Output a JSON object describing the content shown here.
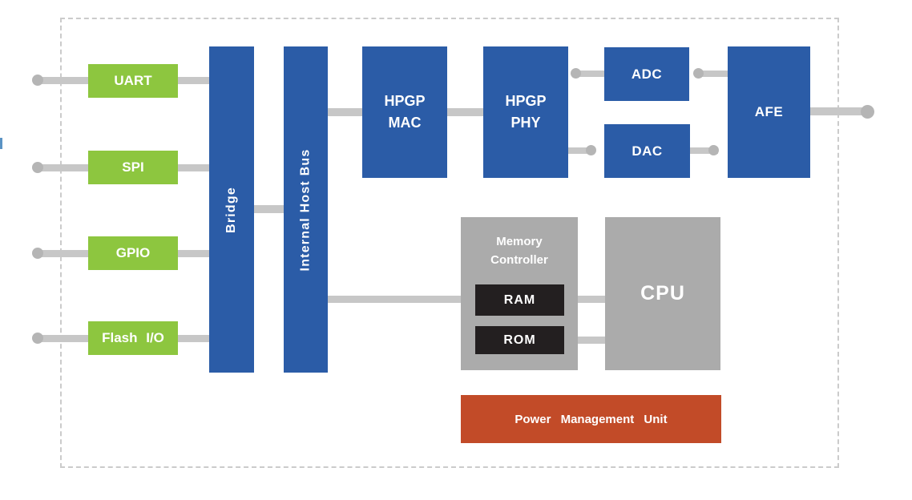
{
  "colors": {
    "green": "#8DC63F",
    "blue": "#2B5CA7",
    "gray": "#ABABAB",
    "dark": "#231F20",
    "orange": "#C24B28",
    "line": "#C7C7C7",
    "node": "#B5B5B5",
    "border": "#CBCBCB",
    "label": "#FFFFFF"
  },
  "diagram": {
    "peripherals": {
      "uart": {
        "label": "UART"
      },
      "spi": {
        "label": "SPI"
      },
      "gpio": {
        "label": "GPIO"
      },
      "flash_io": {
        "label": "Flash I/O"
      }
    },
    "buses": {
      "bridge": {
        "label": "Bridge"
      },
      "internal_host_bus": {
        "label": "Internal Host Bus"
      }
    },
    "powerline_comm": {
      "hpgp_mac": {
        "label": "HPGP\nMAC"
      },
      "hpgp_phy": {
        "label": "HPGP\nPHY"
      },
      "adc": {
        "label": "ADC"
      },
      "dac": {
        "label": "DAC"
      },
      "afe": {
        "label": "AFE"
      }
    },
    "compute": {
      "memory_controller": {
        "label": "Memory\nController"
      },
      "ram": {
        "label": "RAM"
      },
      "rom": {
        "label": "ROM"
      },
      "cpu": {
        "label": "CPU"
      }
    },
    "power": {
      "pmu": {
        "label": "Power Management Unit"
      }
    }
  }
}
